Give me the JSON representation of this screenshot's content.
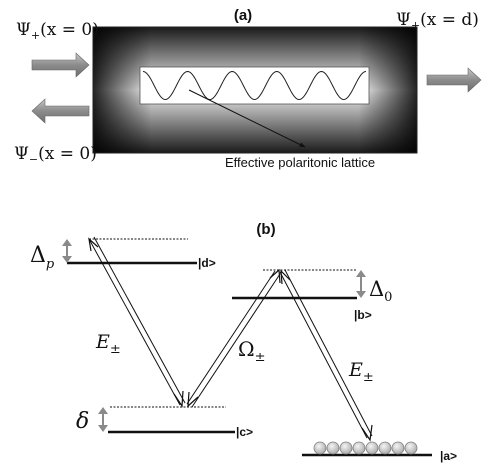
{
  "panel_a": {
    "label": "(a)",
    "psi_plus_in": {
      "symbol": "Ψ",
      "sub": "+",
      "arg": "(x = 0)"
    },
    "psi_minus_in": {
      "symbol": "Ψ",
      "sub": "−",
      "arg": "(x = 0)"
    },
    "psi_plus_out": {
      "symbol": "Ψ",
      "sub": "+",
      "arg": "(x = d)"
    },
    "lattice_label": "Effective polaritonic lattice"
  },
  "panel_b": {
    "label": "(b)",
    "level_d": "|d>",
    "level_b": "|b>",
    "level_c": "|c>",
    "level_a": "|a>",
    "delta_p": {
      "symbol": "Δ",
      "sub": "p"
    },
    "delta_0": {
      "symbol": "Δ",
      "sub": "0"
    },
    "delta_small": "δ",
    "e_left": {
      "symbol": "E",
      "sub": "±"
    },
    "e_right": {
      "symbol": "E",
      "sub": "±"
    },
    "omega": {
      "symbol": "Ω",
      "sub": "±"
    }
  },
  "colors": {
    "line": "#111111",
    "arrow_fill": "#9a9a9a",
    "detuning_arrow": "#8a8a8a",
    "cavity_edge": "#222222",
    "cavity_center": "#ffffff"
  }
}
